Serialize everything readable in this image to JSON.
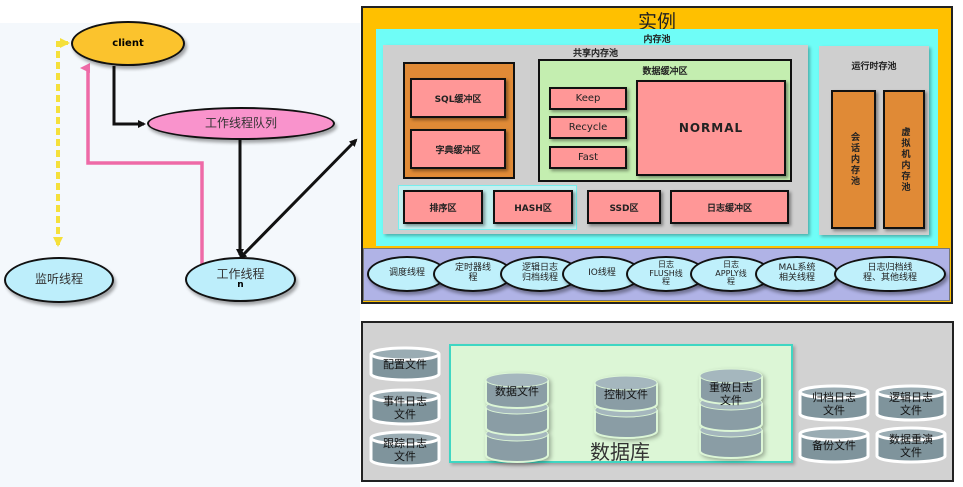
{
  "left_flow": {
    "client": "client",
    "queue": "工作线程队列",
    "listener": "监听线程",
    "worker": "工作线程",
    "worker_n": "n"
  },
  "instance": {
    "title": "实例",
    "memory_pool": {
      "title": "内存池",
      "shared_pool": {
        "title": "共享内存池",
        "sql_buffer": "SQL缓冲区",
        "dict_buffer": "字典缓冲区",
        "data_buffer": {
          "title": "数据缓冲区",
          "keep": "Keep",
          "recycle": "Recycle",
          "fast": "Fast",
          "normal": "NORMAL"
        },
        "sort_area": "排序区",
        "hash_area": "HASH区",
        "ssd_area": "SSD区",
        "log_buffer": "日志缓冲区"
      },
      "runtime_pool": {
        "title": "运行时存池",
        "session_pool": "会话内存池",
        "vm_pool": "虚拟机内存池"
      }
    },
    "threads": [
      [
        "调度线程"
      ],
      [
        "定时器线",
        "程"
      ],
      [
        "逻辑日志",
        "归档线程"
      ],
      [
        "IO线程"
      ],
      [
        "日志",
        "FLUSH线",
        "程"
      ],
      [
        "日志",
        "APPLY线",
        "程"
      ],
      [
        "MAL系统",
        "相关线程"
      ],
      [
        "日志归档线",
        "程、其他线程"
      ]
    ]
  },
  "database": {
    "title": "数据库",
    "left_files": [
      [
        "配置文件"
      ],
      [
        "事件日志",
        "文件"
      ],
      [
        "跟踪日志",
        "文件"
      ]
    ],
    "core_files": [
      [
        "数据文件"
      ],
      [
        "控制文件"
      ],
      [
        "重做日志",
        "文件"
      ]
    ],
    "right_files": [
      [
        "归档日志",
        "文件"
      ],
      [
        "逻辑日志",
        "文件"
      ],
      [
        "备份文件"
      ],
      [
        "数据重演",
        "文件"
      ]
    ]
  },
  "colors": {
    "instance_bg": "#ffc000",
    "memory_pool_bg": "#6ffdf7",
    "shared_pool_bg": "#cfcfcf",
    "buffer_pink": "#ff9797",
    "buffer_orange": "#e08a36",
    "data_buffer_green": "#c4eeb0",
    "thread_band": "#b0b3e6",
    "thread_ellipse": "#bff0fb",
    "client_yellow": "#fbc32d",
    "queue_pink": "#f993cc",
    "database_green": "#dcf6d6",
    "cylinder_gray": "#7f949c"
  }
}
